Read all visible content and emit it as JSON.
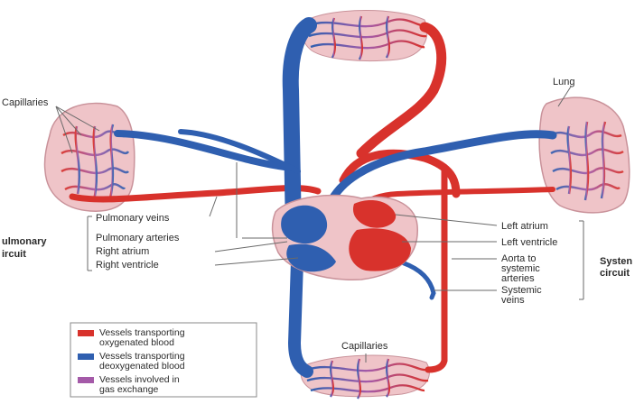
{
  "labels": {
    "capillaries_top_left": "Capillaries",
    "lung_right": "Lung",
    "pulmonary_veins": "Pulmonary veins",
    "pulmonary_arteries": "Pulmonary arteries",
    "right_atrium": "Right atrium",
    "right_ventricle": "Right ventricle",
    "pulmonary_circuit_1": "ulmonary",
    "pulmonary_circuit_2": "ircuit",
    "left_atrium": "Left atrium",
    "left_ventricle": "Left ventricle",
    "aorta_1": "Aorta to",
    "aorta_2": "systemic",
    "aorta_3": "arteries",
    "systemic_veins_1": "Systemic",
    "systemic_veins_2": "veins",
    "systemic_circuit_1": "Systen",
    "systemic_circuit_2": "circuit",
    "capillaries_bottom": "Capillaries"
  },
  "legend": {
    "items": [
      {
        "line1": "Vessels transporting",
        "line2": "oxygenated blood",
        "color": "#d8322c"
      },
      {
        "line1": "Vessels transporting",
        "line2": "deoxygenated blood",
        "color": "#2f5fb0"
      },
      {
        "line1": "Vessels involved in",
        "line2": "gas exchange",
        "color": "#a45aa8"
      }
    ]
  },
  "colors": {
    "oxygenated": "#d8322c",
    "deoxygenated": "#2f5fb0",
    "gas_exchange": "#a45aa8",
    "tissue": "#efc4c8"
  }
}
